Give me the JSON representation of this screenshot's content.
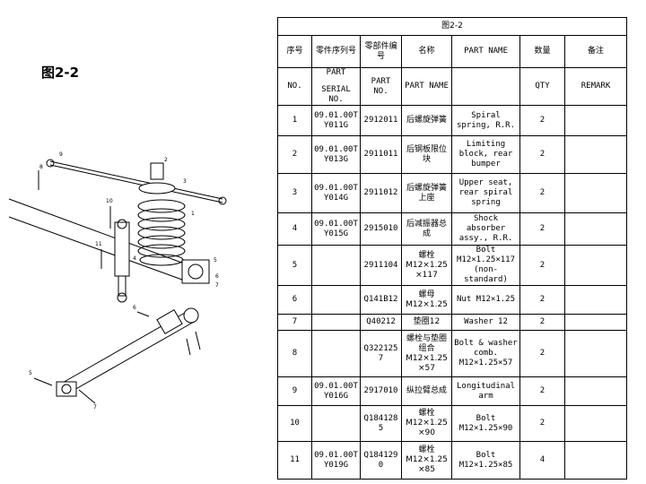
{
  "figure_label": "图2-2",
  "table": {
    "title": "图2-2",
    "header_cn": {
      "no": "序号",
      "serial": "零件序列号",
      "part_no": "零部件编号",
      "name": "名称",
      "part_name": "PART NAME",
      "qty": "数量",
      "remark": "备注"
    },
    "header_en": {
      "no": "NO.",
      "serial_top": "PART",
      "serial_bottom": "SERIAL NO.",
      "part_no": "PART NO.",
      "name": "PART NAME",
      "qty": "QTY",
      "remark": "REMARK"
    },
    "rows": [
      {
        "no": "1",
        "serial": "09.01.00T Y011G",
        "part_no": "2912011",
        "name_cn": "后螺旋弹簧",
        "part_name": "Spiral spring, R.R.",
        "qty": "2",
        "remark": ""
      },
      {
        "no": "2",
        "serial": "09.01.00T Y013G",
        "part_no": "2911011",
        "name_cn": "后钢板限位块",
        "part_name": "Limiting block, rear bumper",
        "qty": "2",
        "remark": ""
      },
      {
        "no": "3",
        "serial": "09.01.00T Y014G",
        "part_no": "2911012",
        "name_cn": "后螺旋弹簧上座",
        "part_name": "Upper seat, rear spiral spring",
        "qty": "2",
        "remark": ""
      },
      {
        "no": "4",
        "serial": "09.01.00T Y015G",
        "part_no": "2915010",
        "name_cn": "后减振器总成",
        "part_name": "Shock absorber assy., R.R.",
        "qty": "2",
        "remark": ""
      },
      {
        "no": "5",
        "serial": "",
        "part_no": "2911104",
        "name_cn": "螺栓 M12×1.25 ×117",
        "part_name": "Bolt M12×1.25×117 (non-standard)",
        "qty": "2",
        "remark": ""
      },
      {
        "no": "6",
        "serial": "",
        "part_no": "Q141B12",
        "name_cn": "螺母 M12×1.25",
        "part_name": "Nut M12×1.25",
        "qty": "2",
        "remark": ""
      },
      {
        "no": "7",
        "serial": "",
        "part_no": "Q40212",
        "name_cn": "垫圈12",
        "part_name": "Washer 12",
        "qty": "2",
        "remark": ""
      },
      {
        "no": "8",
        "serial": "",
        "part_no": "Q322125 7",
        "name_cn": "螺栓与垫圈组合 M12×1.25 ×57",
        "part_name": "Bolt & washer comb. M12×1.25×57",
        "qty": "2",
        "remark": ""
      },
      {
        "no": "9",
        "serial": "09.01.00T Y016G",
        "part_no": "2917010",
        "name_cn": "纵拉臂总成",
        "part_name": "Longitudinal arm",
        "qty": "2",
        "remark": ""
      },
      {
        "no": "10",
        "serial": "",
        "part_no": "Q184128 5",
        "name_cn": "螺栓 M12×1.25 ×90",
        "part_name": "Bolt M12×1.25×90",
        "qty": "2",
        "remark": ""
      },
      {
        "no": "11",
        "serial": "09.01.00T Y019G",
        "part_no": "Q184129 0",
        "name_cn": "螺栓 M12×1.25 ×85",
        "part_name": "Bolt M12×1.25×85",
        "qty": "4",
        "remark": ""
      }
    ]
  }
}
